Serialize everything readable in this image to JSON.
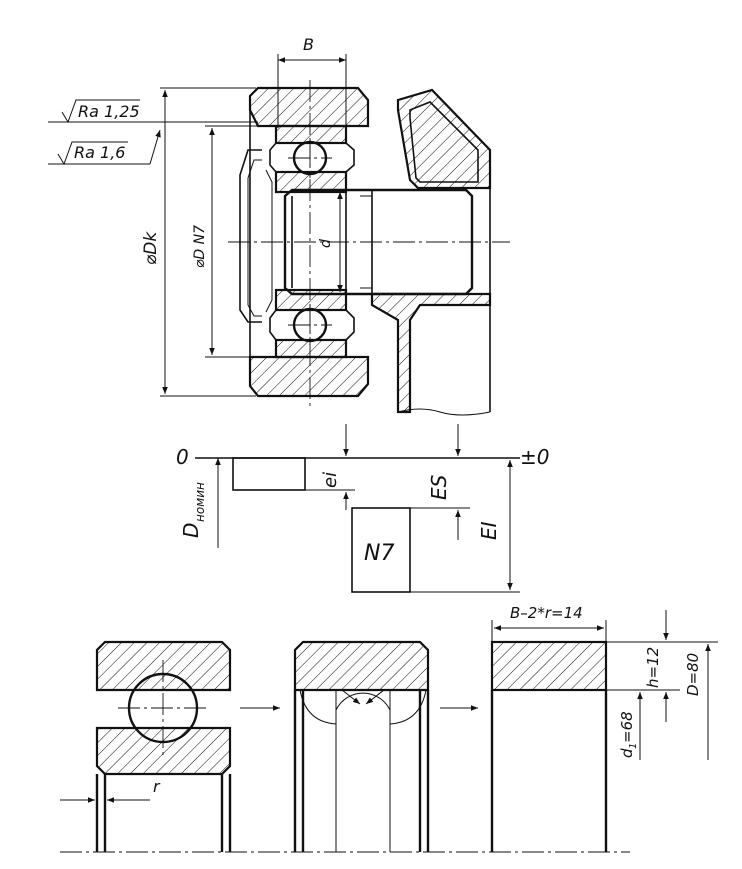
{
  "top_view": {
    "roughness_1": "Ra 1,25",
    "roughness_2": "Ra 1,6",
    "dim_width": "B",
    "dim_housing": "⌀Dk",
    "dim_outer": "⌀D N7",
    "dim_bore": "d"
  },
  "tolerance_scheme": {
    "zero_left": "0",
    "zero_right": "±0",
    "nominal": "D",
    "nominal_sub": "номин",
    "ei": "ei",
    "es": "ES",
    "EI": "EI",
    "field": "N7"
  },
  "bottom_view": {
    "radius": "r",
    "width_eq": "B–2*r=14",
    "height": "h=12",
    "outer_d": "D=80",
    "inner_d": "d",
    "inner_d_sub": "1",
    "inner_d_val": "=68"
  }
}
